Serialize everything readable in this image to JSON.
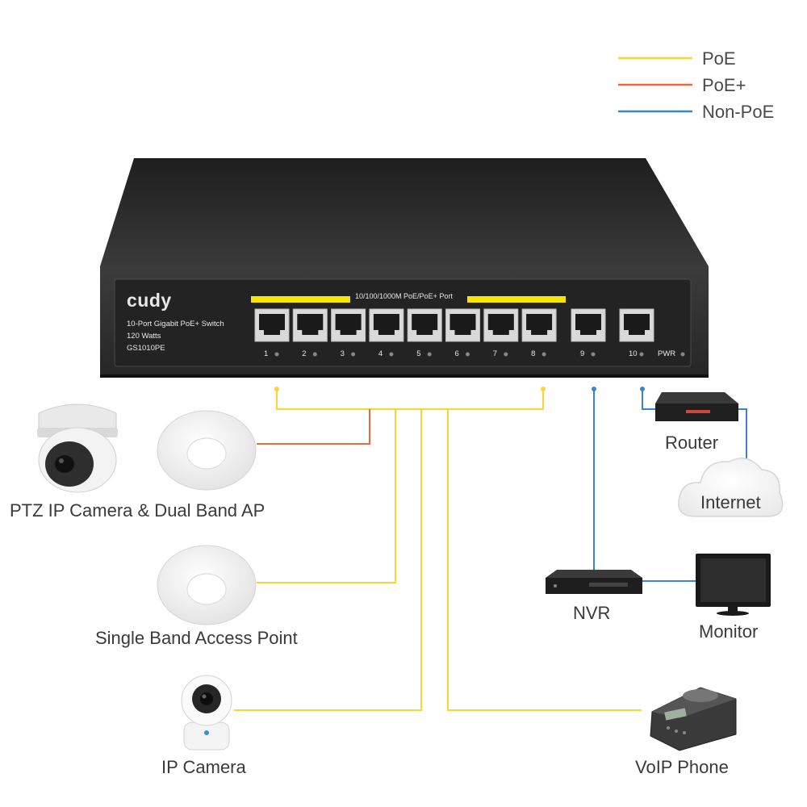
{
  "legend": {
    "poe": "PoE",
    "poe_plus": "PoE+",
    "non_poe": "Non-PoE"
  },
  "colors": {
    "poe": "#fcd535",
    "poe_plus": "#e8693c",
    "non_poe": "#3b83d6",
    "switch_body": "#2b2b2b",
    "port_band": "#f7e400"
  },
  "switch": {
    "brand": "cudy",
    "description": "10-Port Gigabit PoE+ Switch",
    "power": "120 Watts",
    "model": "GS1010PE",
    "port_band_label": "10/100/1000M PoE/PoE+ Port",
    "port_numbers": [
      "1",
      "2",
      "3",
      "4",
      "5",
      "6",
      "7",
      "8",
      "9",
      "10"
    ],
    "pwr_label": "PWR"
  },
  "devices": {
    "ptz_ap": "PTZ IP Camera & Dual Band AP",
    "single_ap": "Single Band Access Point",
    "ip_camera": "IP Camera",
    "voip": "VoIP Phone",
    "nvr": "NVR",
    "monitor": "Monitor",
    "router": "Router",
    "internet": "Internet"
  }
}
